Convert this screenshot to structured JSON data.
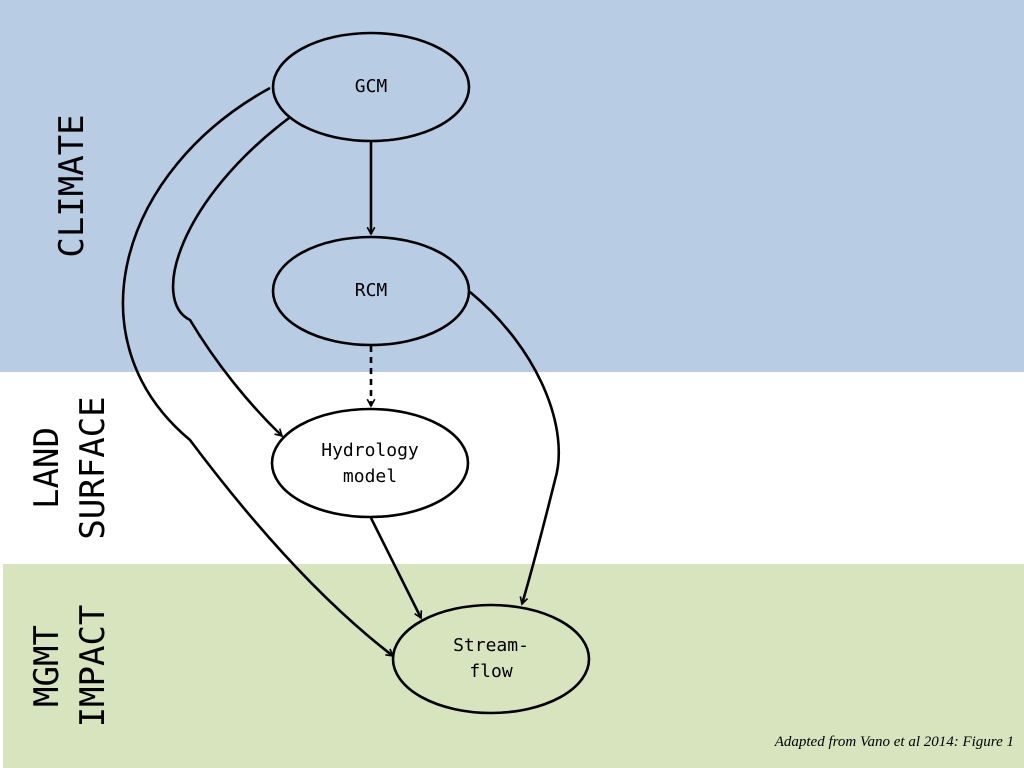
{
  "colors": {
    "climate_band": "#b8cce4",
    "land_band": "#ffffff",
    "mgmt_band": "#d7e4bd",
    "climate_node": "#b8cce4",
    "land_node": "#ffffff",
    "mgmt_node": "#d7e4bd",
    "stroke": "#000000"
  },
  "zones": {
    "climate": {
      "label": "CLIMATE"
    },
    "land": {
      "label_line1": "LAND",
      "label_line2": "SURFACE"
    },
    "mgmt": {
      "label_line1": "MGMT",
      "label_line2": "IMPACT"
    }
  },
  "nodes": {
    "gcm": {
      "label": "GCM"
    },
    "rcm": {
      "label": "RCM"
    },
    "hydrology": {
      "line1": "Hydrology",
      "line2": "model"
    },
    "streamflow": {
      "line1": "Stream-",
      "line2": "flow"
    }
  },
  "edges": [
    {
      "from": "GCM",
      "to": "RCM",
      "style": "solid"
    },
    {
      "from": "RCM",
      "to": "Hydrology model",
      "style": "dashed"
    },
    {
      "from": "GCM",
      "to": "Hydrology model",
      "style": "solid"
    },
    {
      "from": "GCM",
      "to": "Stream-flow",
      "style": "solid"
    },
    {
      "from": "RCM",
      "to": "Stream-flow",
      "style": "solid"
    },
    {
      "from": "Hydrology model",
      "to": "Stream-flow",
      "style": "solid"
    }
  ],
  "caption": "Adapted from Vano et al 2014: Figure 1"
}
